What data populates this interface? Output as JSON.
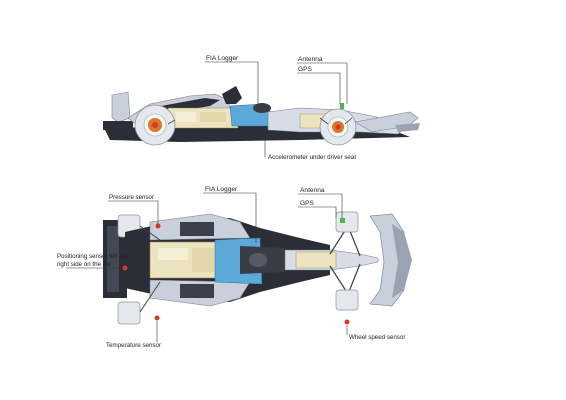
{
  "side_view": {
    "labels": {
      "fia_logger": "FIA Logger",
      "antenna": "Antenna",
      "gps": "GPS",
      "accelerometer": "Accelerometer under driver seat"
    }
  },
  "top_view": {
    "labels": {
      "fia_logger": "FIA Logger",
      "antenna": "Antenna",
      "gps": "GPS",
      "pressure_sensor": "Pressure sensor",
      "positioning_sensor_line1": "Positioning sensor left and",
      "positioning_sensor_line2": "right side on the car",
      "temperature_sensor": "Temperature sensor",
      "wheel_speed_sensor": "Wheel speed sensor"
    }
  },
  "colors": {
    "chassis": "#2b2e36",
    "body_shell": "#c9d0dc",
    "cockpit_blue": "#5aa9d8",
    "battery_cream": "#ece3bf",
    "motor_orange": "#d9772a",
    "sensor_red": "#d33a2a",
    "sensor_green": "#54b24a"
  }
}
